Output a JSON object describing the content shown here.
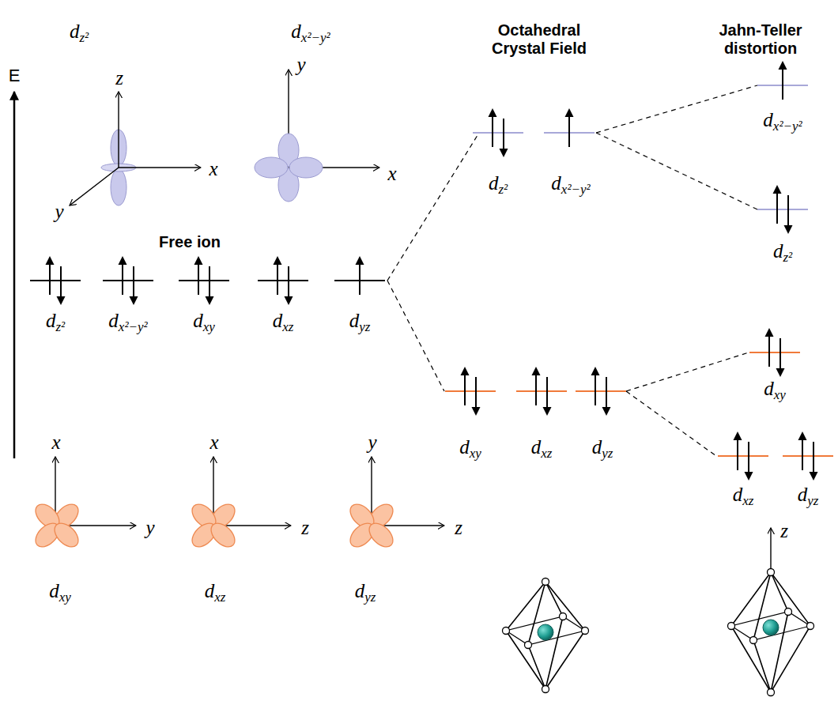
{
  "diagram": {
    "labels": [
      "dz²",
      "dx²−y²",
      "Octahedral Crystal Field",
      "Jahn-Teller distortion",
      "E",
      "z",
      "x",
      "y",
      "y",
      "x",
      "Free ion",
      "dz²",
      "dx²−y²",
      "dxy",
      "dxz",
      "dyz",
      "dz²",
      "dx²−y²",
      "dxy",
      "dxz",
      "dyz",
      "dx²−y²",
      "dz²",
      "dxy",
      "dxz",
      "dyz",
      "x",
      "y",
      "x",
      "z",
      "y",
      "z",
      "dxy",
      "dxz",
      "dyz",
      "z"
    ]
  }
}
